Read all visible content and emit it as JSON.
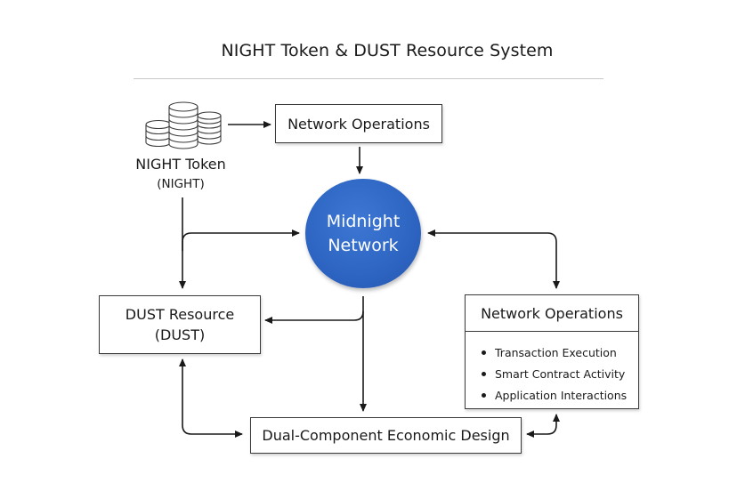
{
  "title": "NIGHT Token & DUST Resource System",
  "night_token": {
    "label": "NIGHT Token",
    "sub": "(NIGHT)",
    "icon": "coins-stack-icon"
  },
  "network_operations_top": {
    "label": "Network Operations"
  },
  "midnight_network": {
    "line1": "Midnight",
    "line2": "Network",
    "color": "#2c63c0"
  },
  "dust_resource": {
    "label": "DUST Resource",
    "sub": "(DUST)"
  },
  "network_operations_right": {
    "label": "Network Operations",
    "items": [
      "Transaction Execution",
      "Smart Contract Activity",
      "Application Interactions"
    ]
  },
  "dual_component": {
    "label": "Dual-Component Economic Design"
  }
}
